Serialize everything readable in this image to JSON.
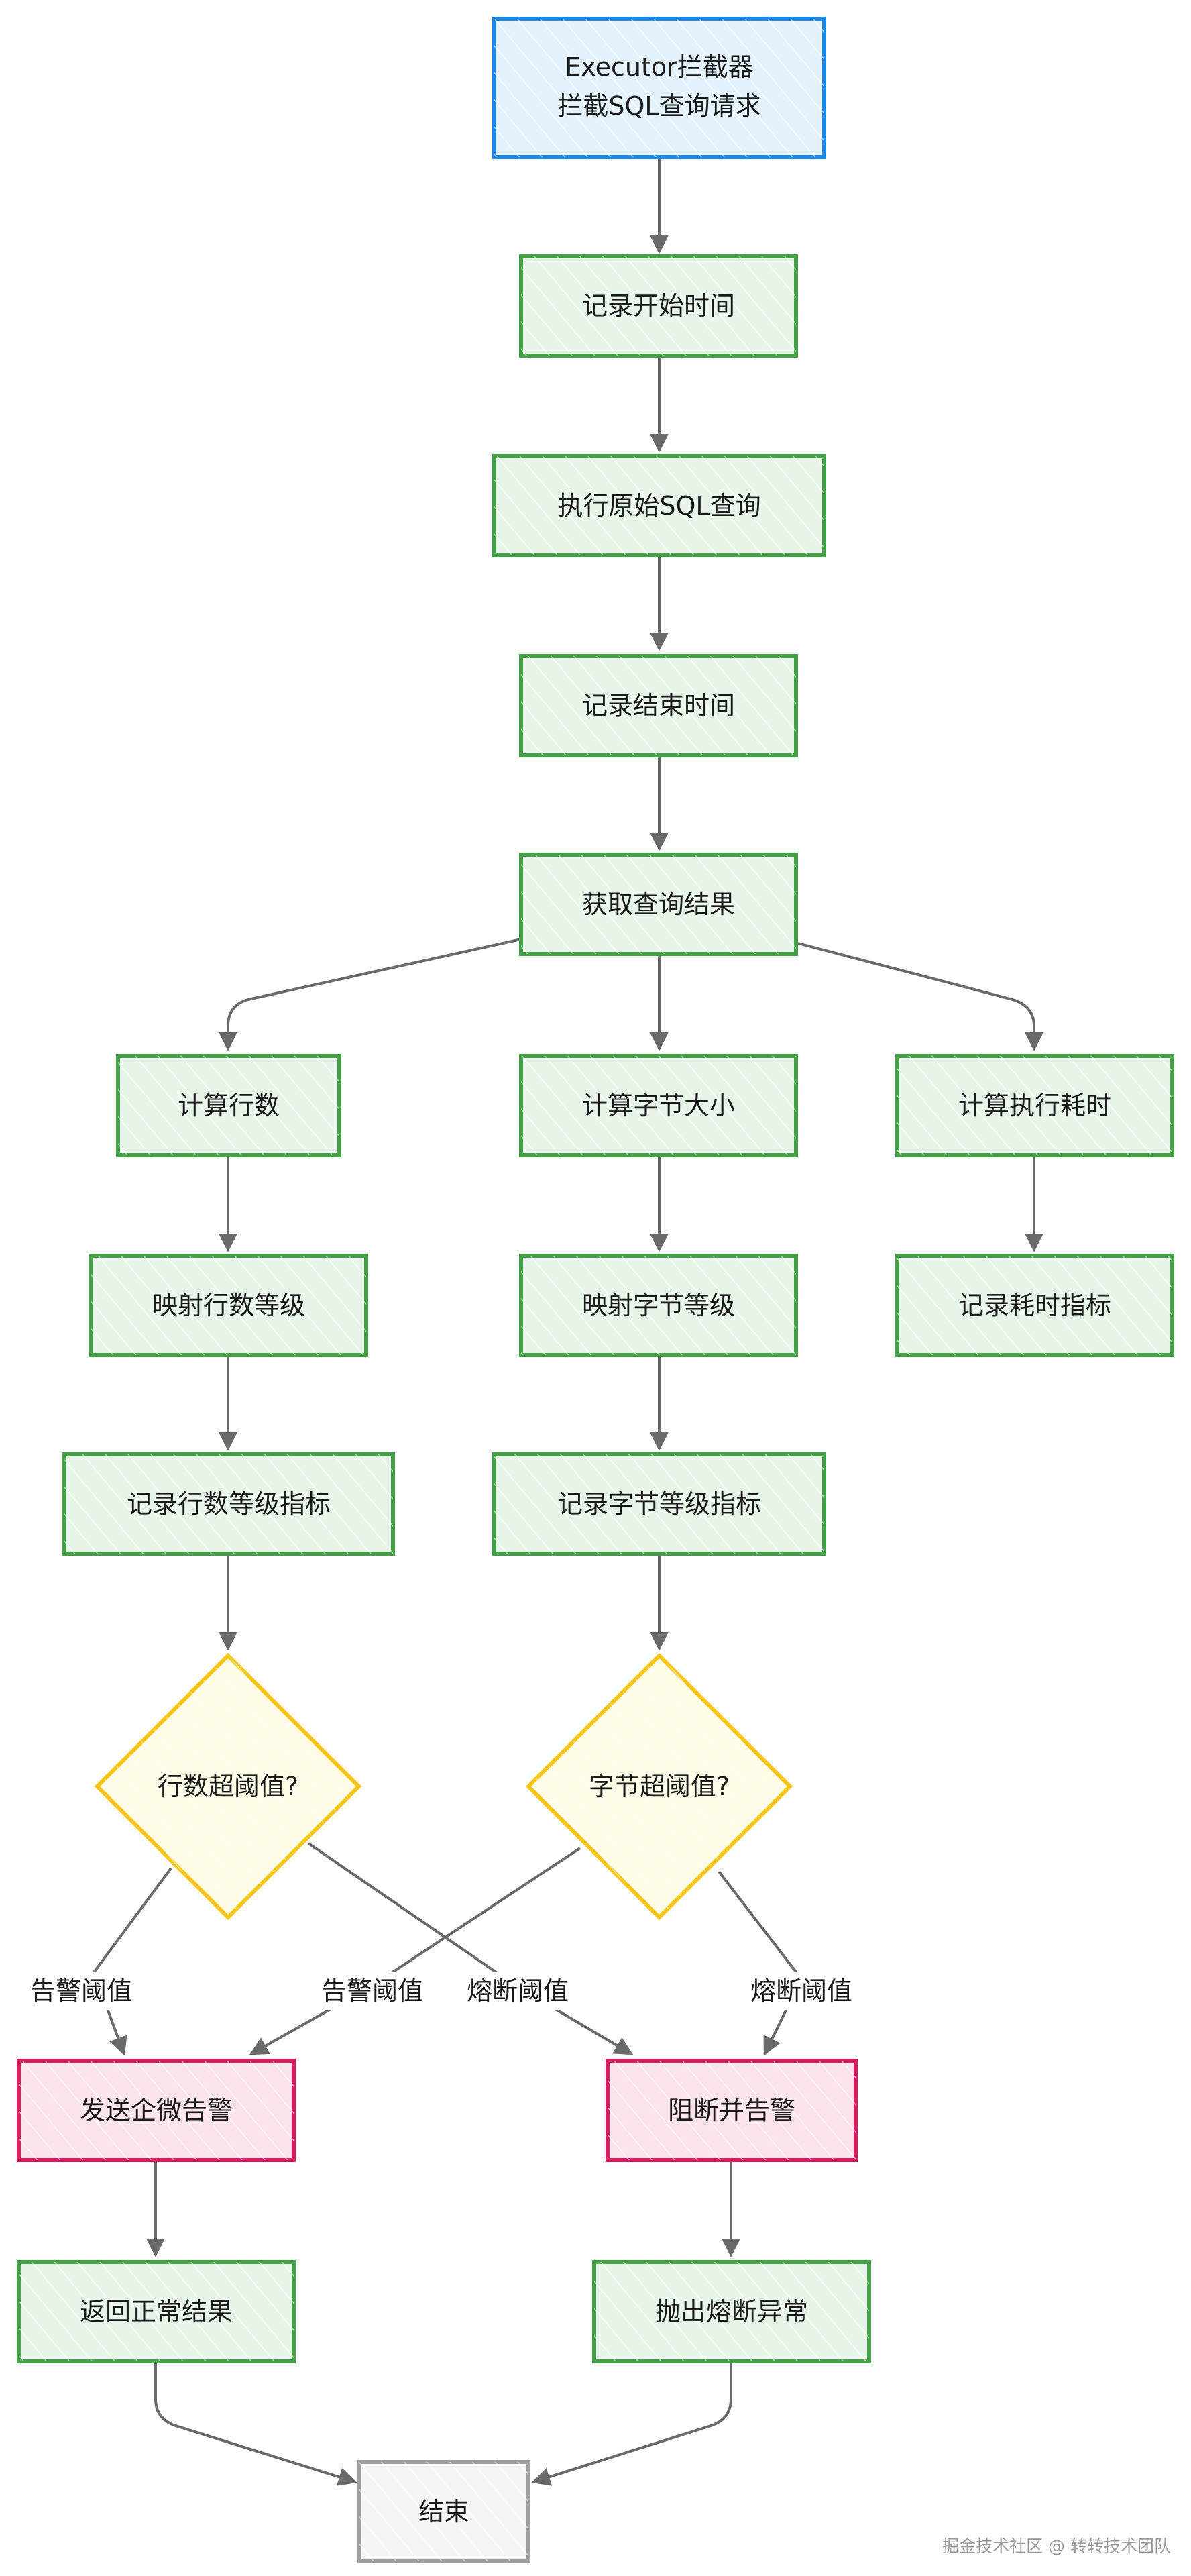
{
  "colors": {
    "blue_fill": "#e3f2fd",
    "blue_stroke": "#1e88e5",
    "green_fill": "#e8f5e9",
    "green_stroke": "#43a047",
    "yellow_fill": "#fffde7",
    "yellow_stroke": "#f5c518",
    "red_fill": "#fce4ec",
    "red_stroke": "#d81b60",
    "gray_fill": "#f5f5f5",
    "gray_stroke": "#9e9e9e",
    "edge": "#6a6a6a"
  },
  "nodes": {
    "start": {
      "line1": "Executor拦截器",
      "line2": "拦截SQL查询请求"
    },
    "record_start": "记录开始时间",
    "exec_query": "执行原始SQL查询",
    "record_end": "记录结束时间",
    "get_result": "获取查询结果",
    "calc_rows": "计算行数",
    "calc_bytes": "计算字节大小",
    "calc_time": "计算执行耗时",
    "map_rows": "映射行数等级",
    "map_bytes": "映射字节等级",
    "record_time": "记录耗时指标",
    "record_rows": "记录行数等级指标",
    "record_bytes": "记录字节等级指标",
    "rows_check": "行数超阈值?",
    "bytes_check": "字节超阈值?",
    "send_alert": "发送企微告警",
    "block_alert": "阻断并告警",
    "return_normal": "返回正常结果",
    "throw_exception": "抛出熔断异常",
    "end": "结束"
  },
  "edge_labels": {
    "rows_warn": "告警阈值",
    "bytes_warn": "告警阈值",
    "rows_fuse": "熔断阈值",
    "bytes_fuse": "熔断阈值"
  },
  "watermark": "掘金技术社区 @ 转转技术团队"
}
